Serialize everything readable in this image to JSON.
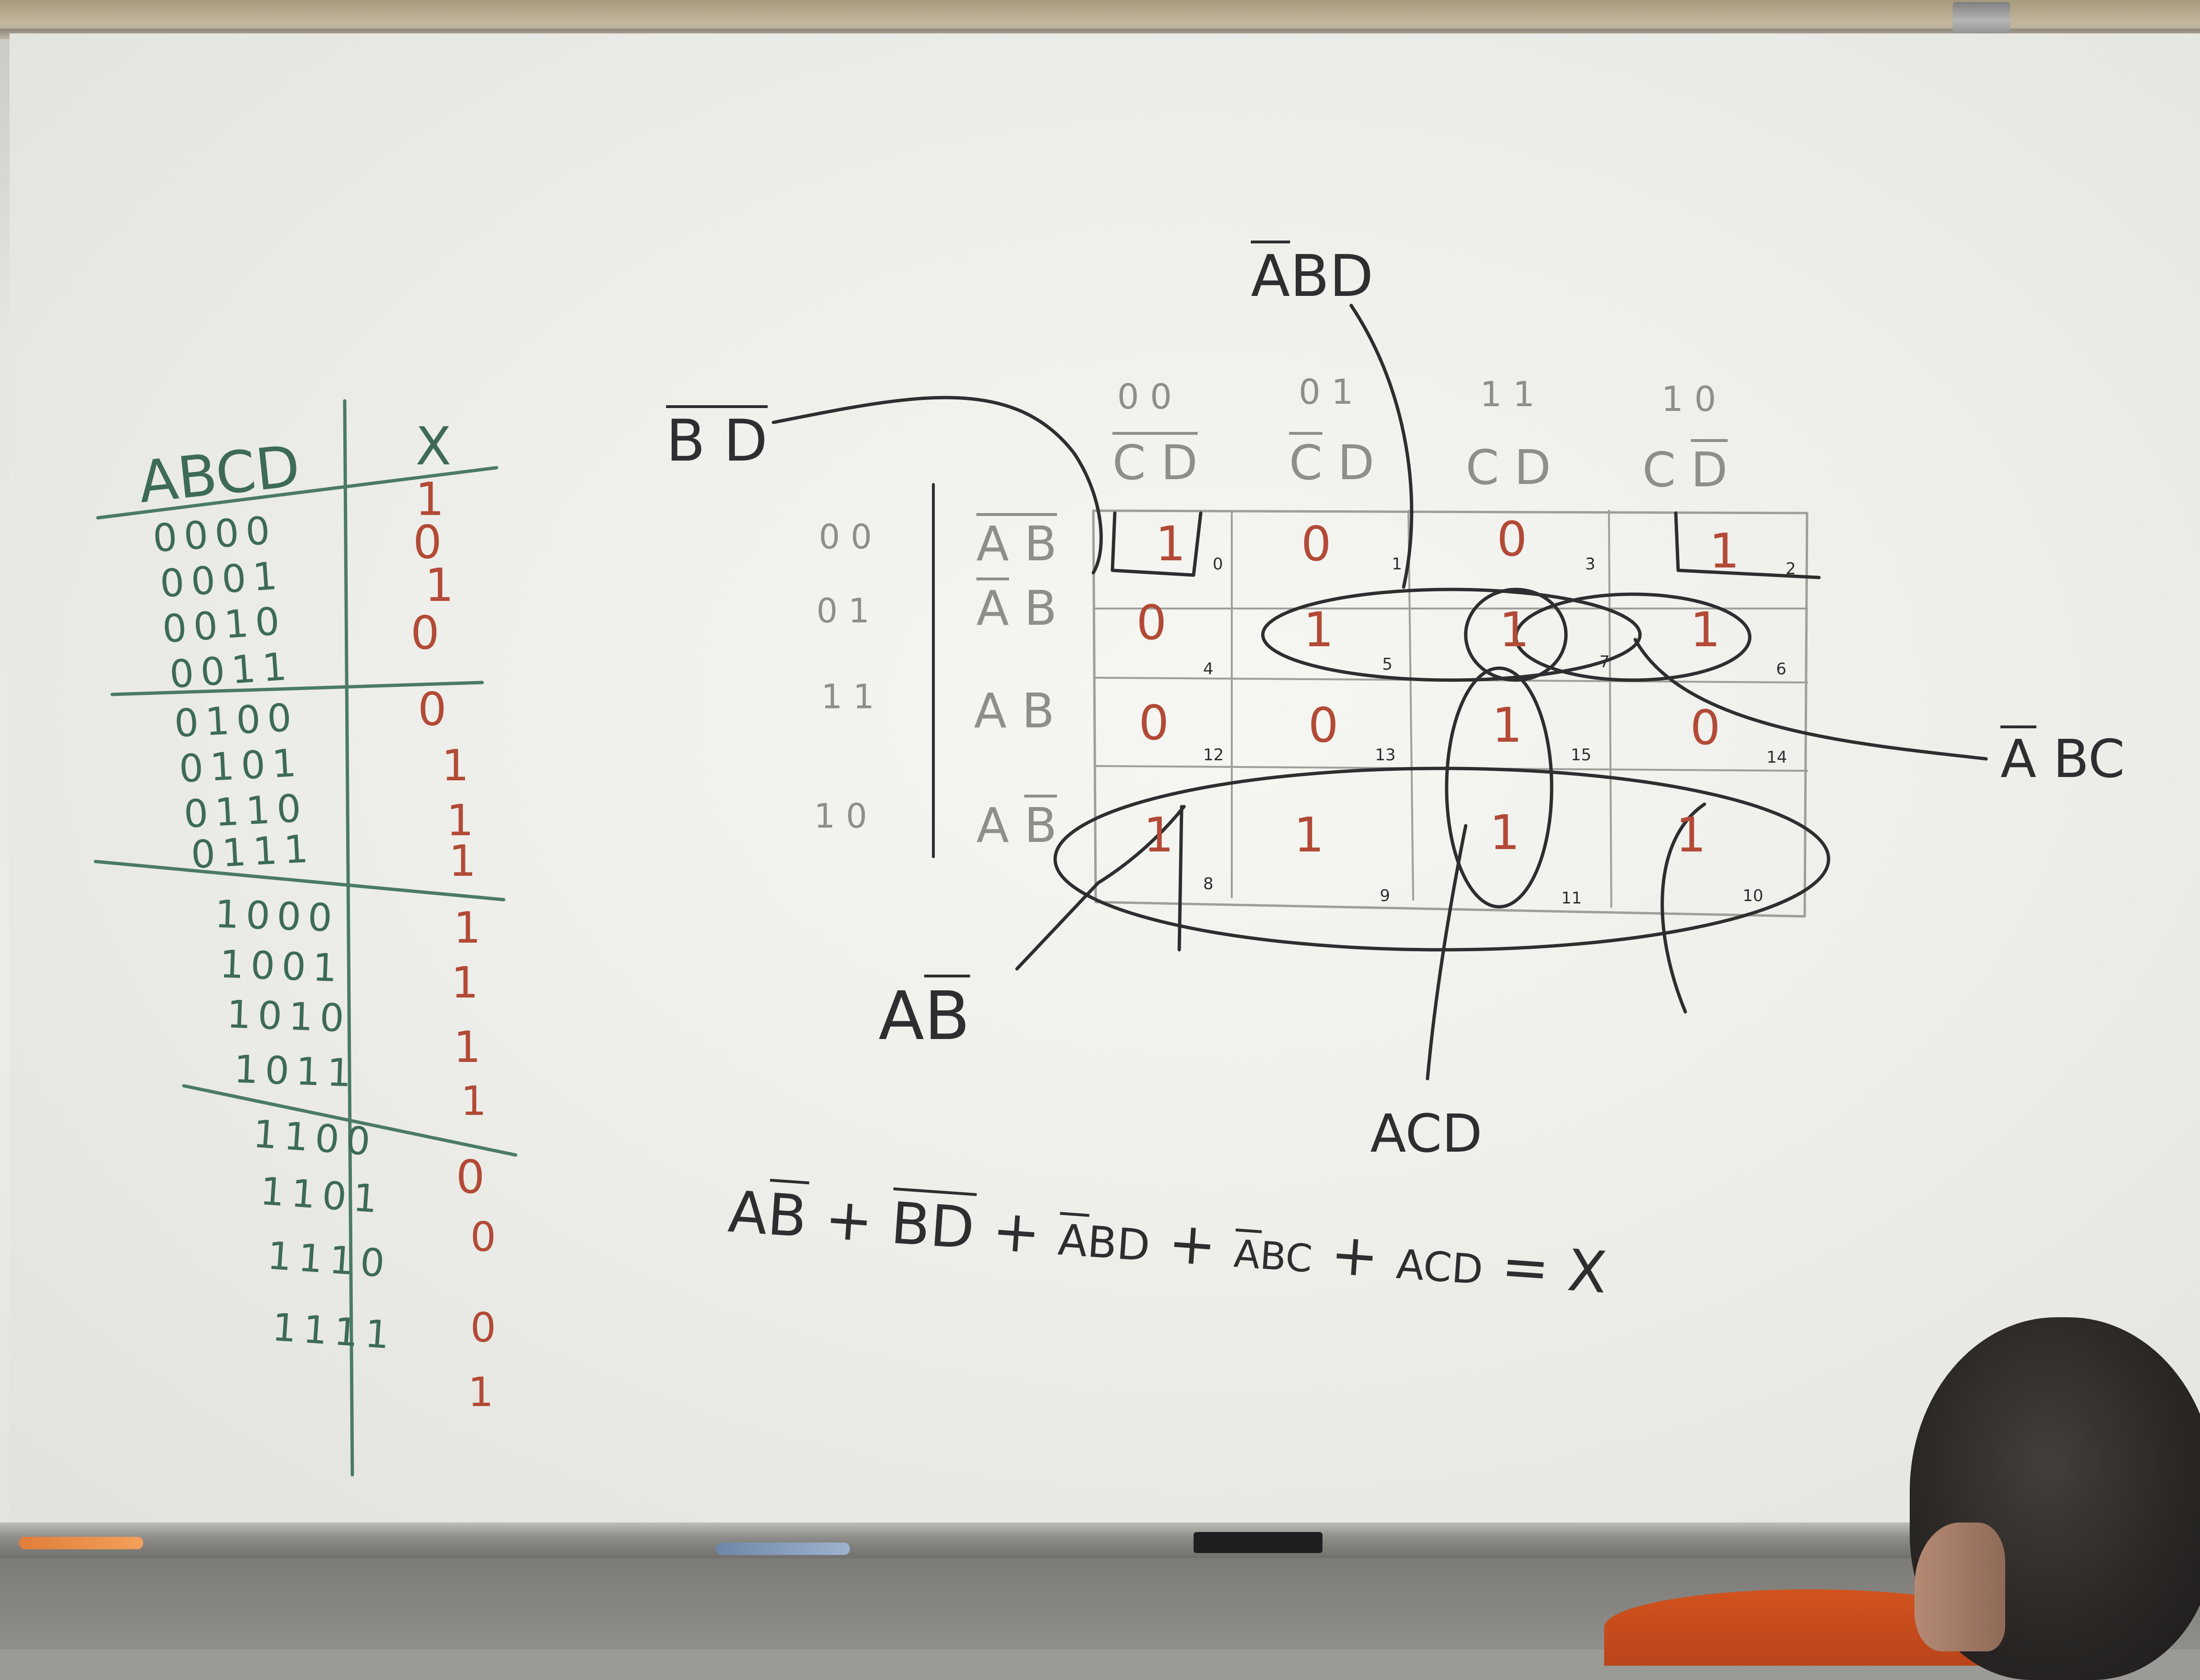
{
  "truth_table": {
    "header_inputs": "ABCD",
    "header_output": "X",
    "inputs": [
      "0000",
      "0001",
      "0010",
      "0011",
      "0100",
      "0101",
      "0110",
      "0111",
      "1000",
      "1001",
      "1010",
      "1011",
      "1100",
      "1101",
      "1110",
      "1111"
    ],
    "outputs": [
      "1",
      "0",
      "1",
      "0",
      "0",
      "1",
      "1",
      "1",
      "1",
      "1",
      "1",
      "1",
      "0",
      "0",
      "0",
      "1"
    ]
  },
  "kmap": {
    "col_codes": [
      "0 0",
      "0 1",
      "1 1",
      "1 0"
    ],
    "col_terms": [
      "C D",
      "C D",
      "C D",
      "C D"
    ],
    "row_codes": [
      "0 0",
      "0 1",
      "1 1",
      "1 0"
    ],
    "row_terms": [
      "A B",
      "A B",
      "A B",
      "A B"
    ],
    "cells": [
      [
        "1",
        "0",
        "0",
        "1"
      ],
      [
        "0",
        "1",
        "1",
        "1"
      ],
      [
        "0",
        "0",
        "1",
        "0"
      ],
      [
        "1",
        "1",
        "1",
        "1"
      ]
    ],
    "indices": [
      [
        "0",
        "1",
        "3",
        "2"
      ],
      [
        "4",
        "5",
        "7",
        "6"
      ],
      [
        "12",
        "13",
        "15",
        "14"
      ],
      [
        "8",
        "9",
        "11",
        "10"
      ]
    ]
  },
  "group_labels": {
    "bd": "B D",
    "abd": "ABD",
    "abc": "A BC",
    "ab": "AB",
    "acd": "ACD"
  },
  "equation": {
    "t1": "AB",
    "p1": "+",
    "t2": "BD",
    "p2": "+",
    "t3": "ABD",
    "p3": "+",
    "t4": "ABC",
    "p4": "+",
    "t5": "ACD",
    "eq": "=",
    "result": "X"
  }
}
